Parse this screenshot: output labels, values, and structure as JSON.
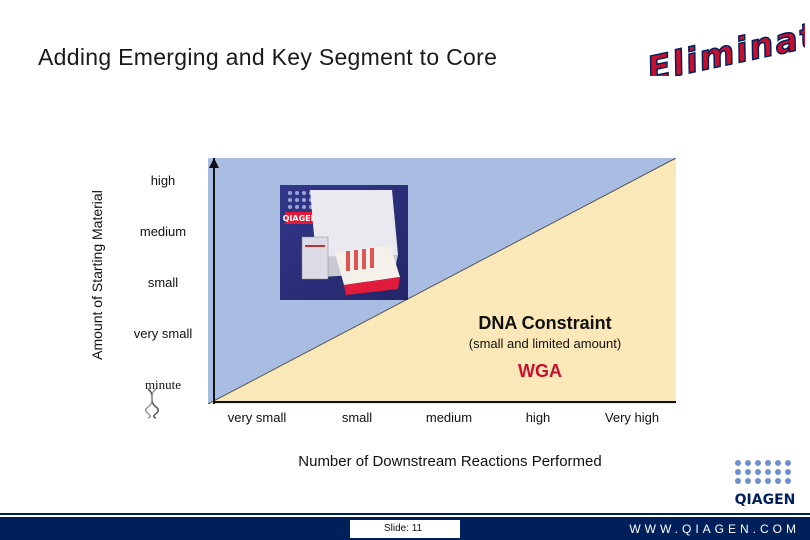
{
  "title": "Adding Emerging and Key Segment to Core",
  "brand_word": "Eliminating",
  "y_axis": {
    "label": "Amount of Starting Material",
    "ticks": [
      "high",
      "medium",
      "small",
      "very small",
      "minute"
    ]
  },
  "x_axis": {
    "label": "Number of Downstream Reactions Performed",
    "ticks": [
      "very small",
      "small",
      "medium",
      "high",
      "Very high"
    ]
  },
  "annotations": {
    "dna_constraint": "DNA Constraint",
    "dna_constraint_sub": "(small and limited amount)",
    "wga": "WGA"
  },
  "product_brand": "QIAGEN",
  "footer": {
    "slide": "Slide: 11",
    "website": "WWW.QIAGEN.COM",
    "logo_text": "QIAGEN"
  },
  "colors": {
    "upper_region": "#a9bde3",
    "lower_region": "#fbe8b8",
    "accent_red": "#c8102e",
    "brand_navy": "#00205b"
  }
}
